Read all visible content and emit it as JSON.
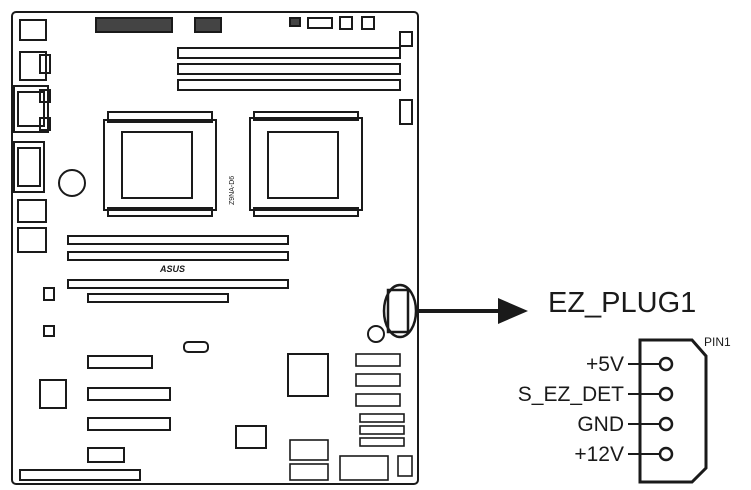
{
  "board": {
    "model_label": "Z9NA-D6",
    "brand_label": "ASUS"
  },
  "connector": {
    "name": "EZ_PLUG1",
    "pin1_label": "PIN1",
    "pins": [
      {
        "label": "+5V"
      },
      {
        "label": "S_EZ_DET"
      },
      {
        "label": "GND"
      },
      {
        "label": "+12V"
      }
    ]
  },
  "colors": {
    "ink": "#1a1a1a",
    "background": "#ffffff"
  }
}
